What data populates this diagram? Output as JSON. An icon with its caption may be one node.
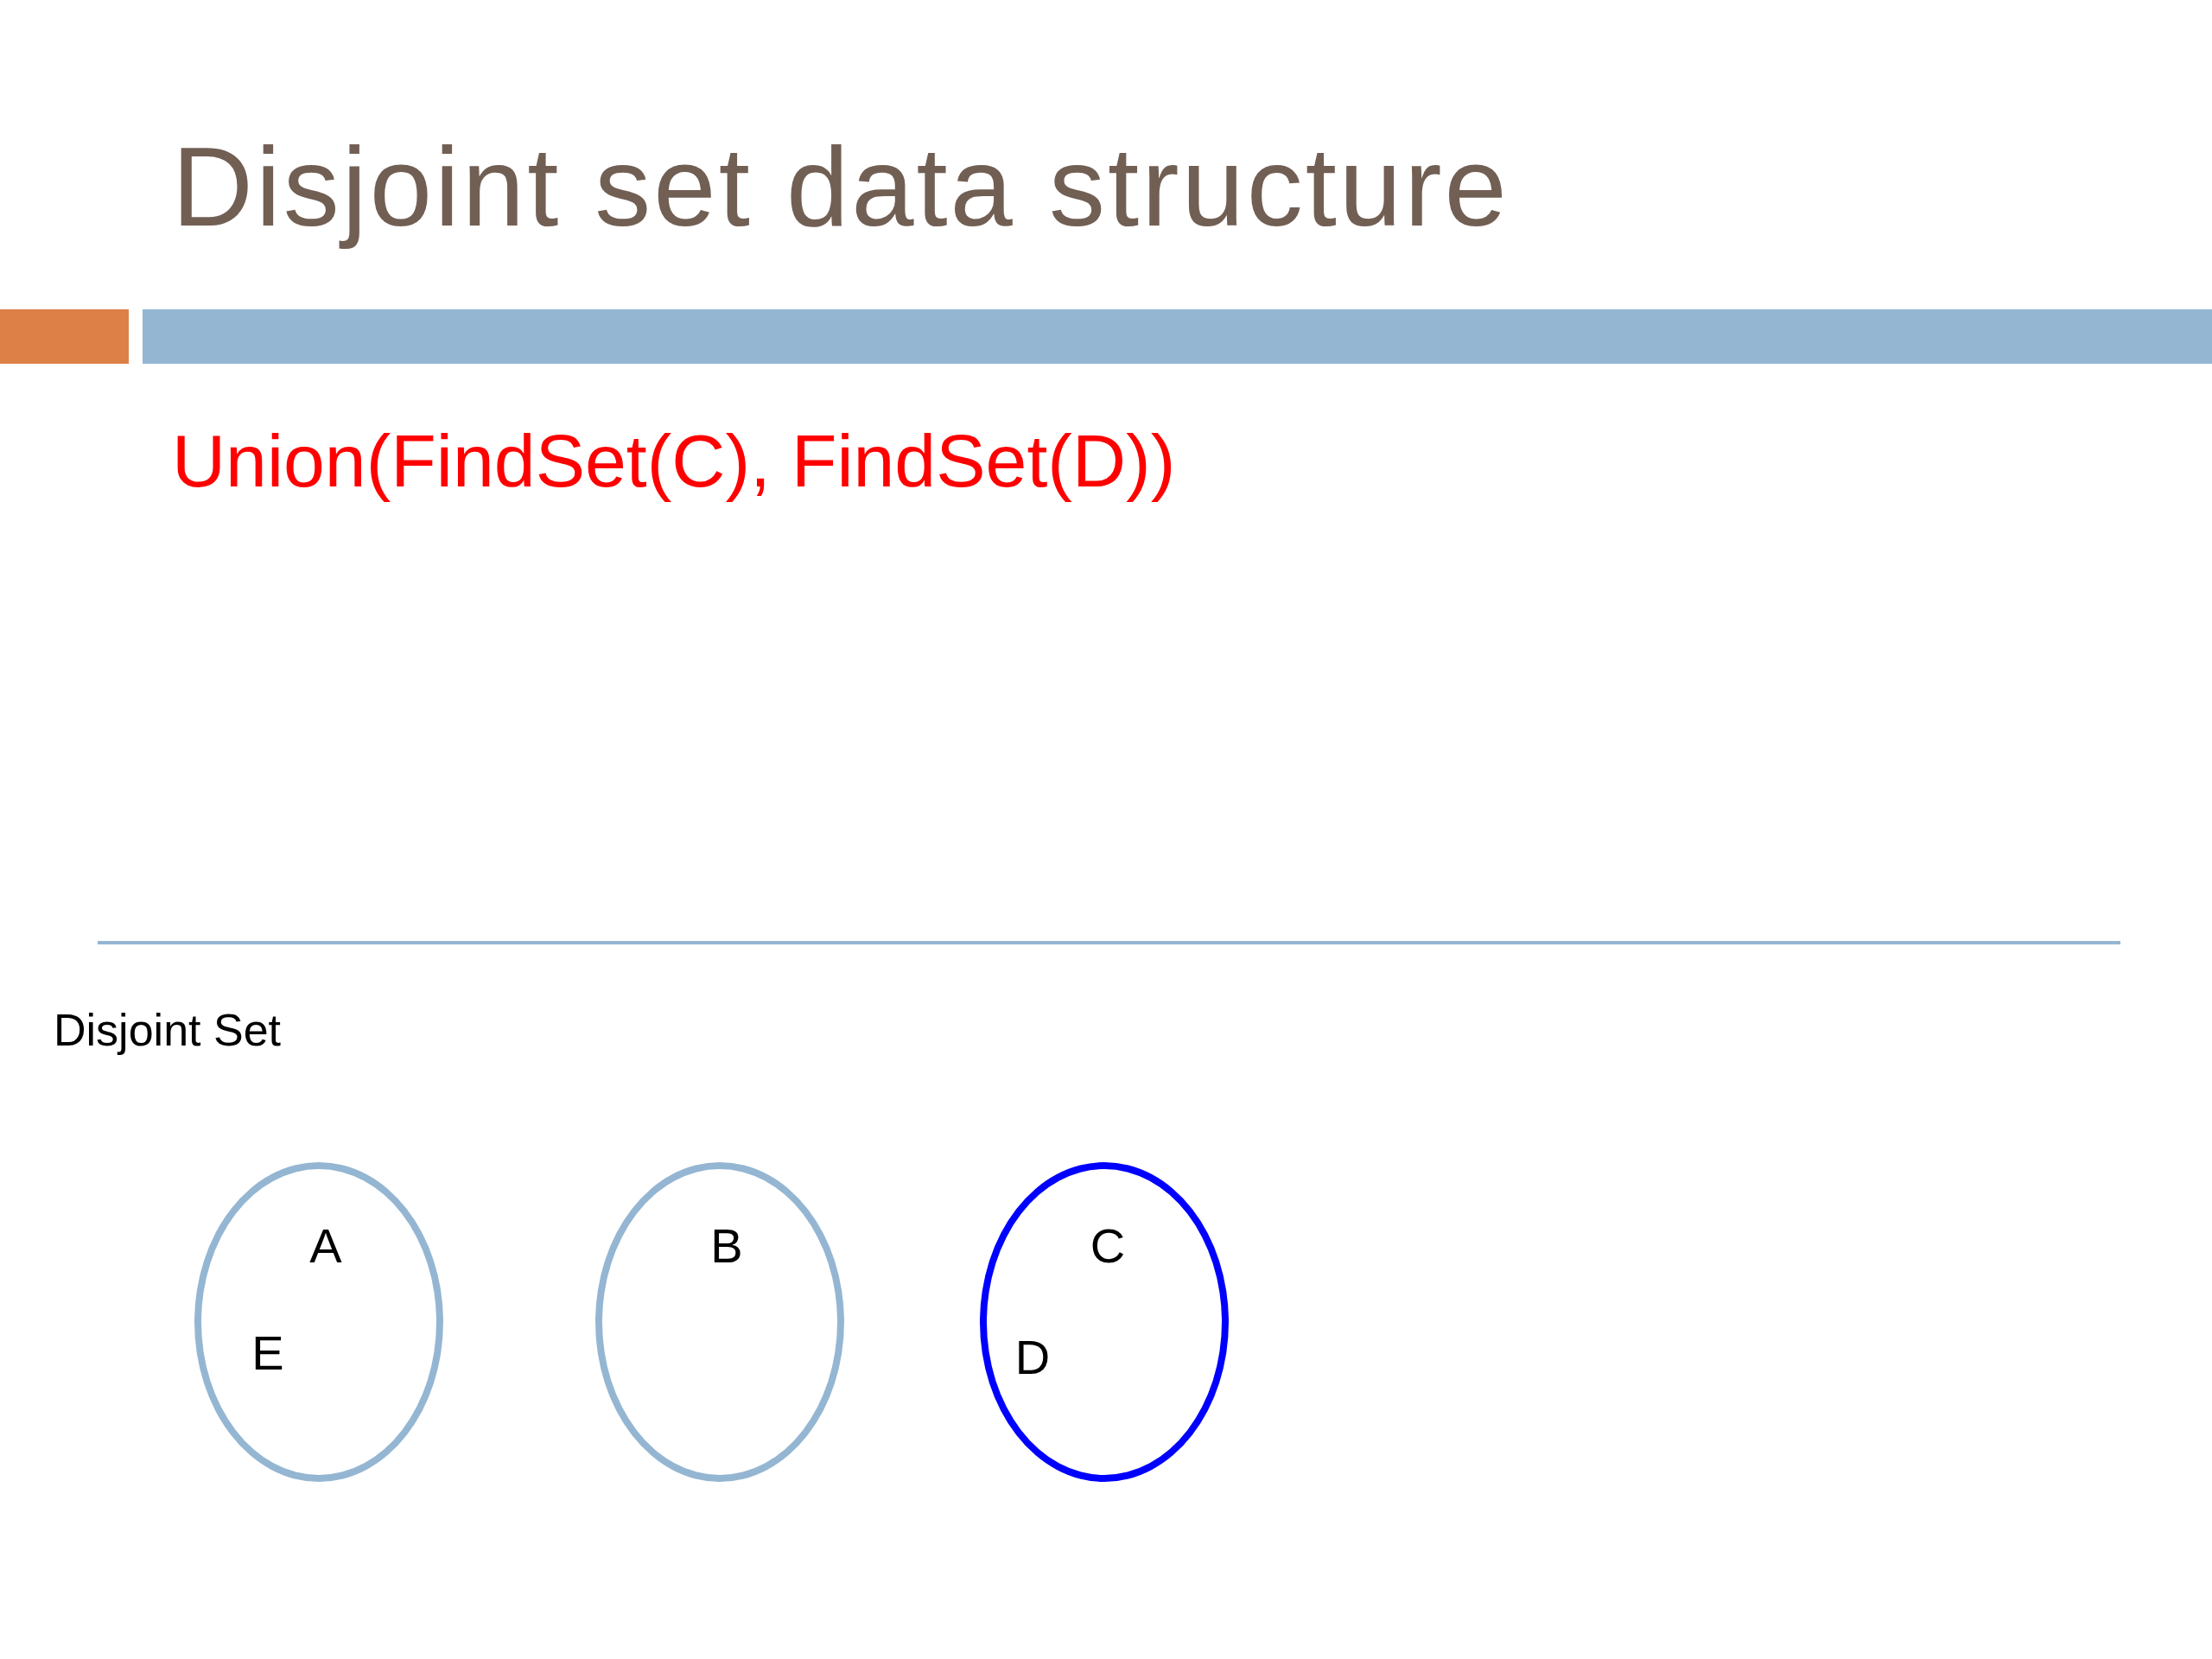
{
  "diagram": {
    "title": "Disjoint set data structure",
    "nodes": [
      {
        "text": [
          "A",
          "E"
        ]
      },
      {
        "text": [
          "B"
        ]
      },
      {
        "text": [
          "C",
          "D"
        ]
      }
    ],
    "labels": [
      "Union(FindSet(C), FindSet(D))",
      "Disjoint Set"
    ]
  }
}
